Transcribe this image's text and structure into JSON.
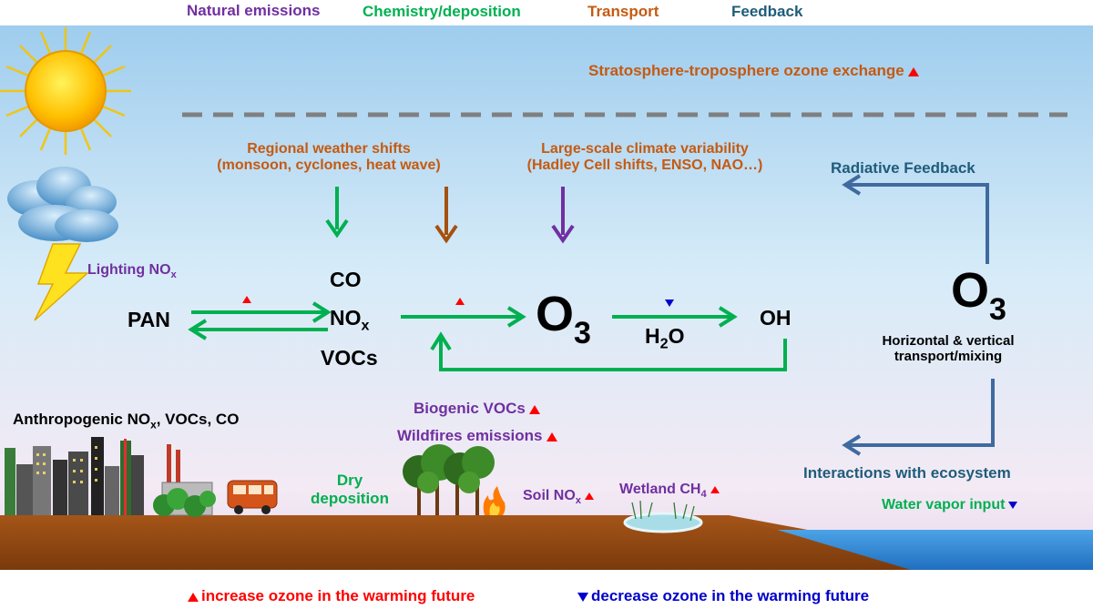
{
  "legend_top": {
    "natural": "Natural emissions",
    "chemistry": "Chemistry/deposition",
    "transport": "Transport",
    "feedback": "Feedback"
  },
  "stratosphere": "Stratosphere-troposphere ozone exchange",
  "regional_weather": {
    "line1": "Regional weather shifts",
    "line2": "(monsoon, cyclones, heat wave)"
  },
  "climate_variability": {
    "line1": "Large-scale climate variability",
    "line2": "(Hadley Cell shifts, ENSO, NAO…)"
  },
  "radiative_feedback": "Radiative Feedback",
  "lightning": {
    "text": "Lighting NO",
    "sub": "x"
  },
  "pan": "PAN",
  "precursors": {
    "co": "CO",
    "nox_main": "NO",
    "nox_sub": "x",
    "vocs": "VOCs"
  },
  "o3_center": {
    "main": "O",
    "sub": "3"
  },
  "h2o": {
    "main": "H",
    "sub": "2",
    "tail": "O"
  },
  "oh": "OH",
  "o3_right": {
    "main": "O",
    "sub": "3"
  },
  "mixing": {
    "line1": "Horizontal & vertical",
    "line2": "transport/mixing"
  },
  "anthropogenic": {
    "p1": "Anthropogenic NO",
    "sub": "x",
    "p2": ", VOCs, CO"
  },
  "biogenic": "Biogenic VOCs",
  "wildfires": "Wildfires emissions",
  "dry_deposition": {
    "line1": "Dry",
    "line2": "deposition"
  },
  "soil": {
    "text": "Soil NO",
    "sub": "x"
  },
  "wetland": {
    "text": "Wetland CH",
    "sub": "4"
  },
  "ecosystem": "Interactions with ecosystem",
  "water_vapor": "Water vapor input",
  "legend_bottom": {
    "increase": "increase ozone in the warming future",
    "decrease": "decrease ozone in the warming future"
  },
  "colors": {
    "natural": "#7030a0",
    "chemistry": "#00b050",
    "transport": "#c55a11",
    "feedback": "#1f5c7a",
    "increase": "#ff0000",
    "decrease": "#0000cc"
  }
}
